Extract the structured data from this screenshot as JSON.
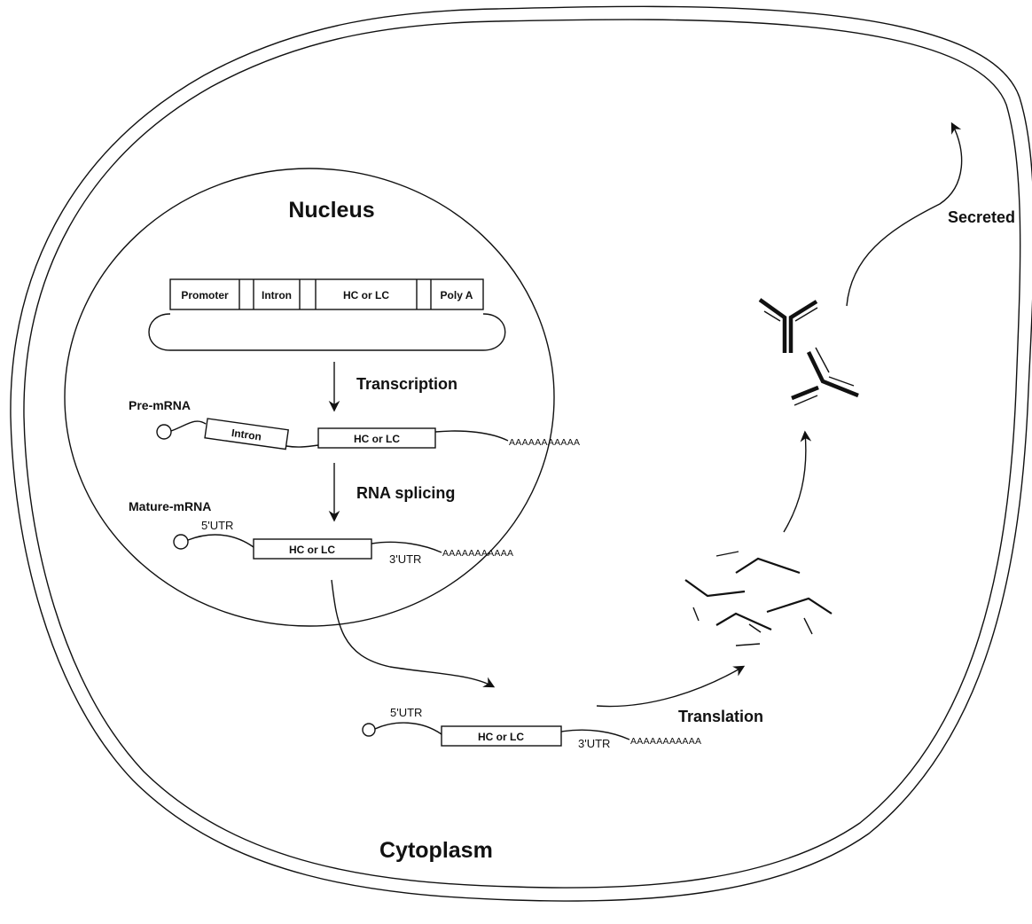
{
  "compartments": {
    "nucleus": "Nucleus",
    "cytoplasm": "Cytoplasm"
  },
  "plasmid": {
    "segments": [
      "Promoter",
      "Intron",
      "HC or LC",
      "Poly A"
    ]
  },
  "steps": {
    "transcription": "Transcription",
    "splicing": "RNA splicing",
    "translation": "Translation",
    "secreted": "Secreted"
  },
  "pre_mrna": {
    "label": "Pre-mRNA",
    "intron": "Intron",
    "gene": "HC or LC",
    "polya": "AAAAAAAAAAA"
  },
  "mature_mrna": {
    "label": "Mature-mRNA",
    "utr5": "5'UTR",
    "gene": "HC or LC",
    "utr3": "3'UTR",
    "polya": "AAAAAAAAAAA"
  },
  "cyto_mrna": {
    "utr5": "5'UTR",
    "gene": "HC or LC",
    "utr3": "3'UTR",
    "polya": "AAAAAAAAAAA"
  }
}
